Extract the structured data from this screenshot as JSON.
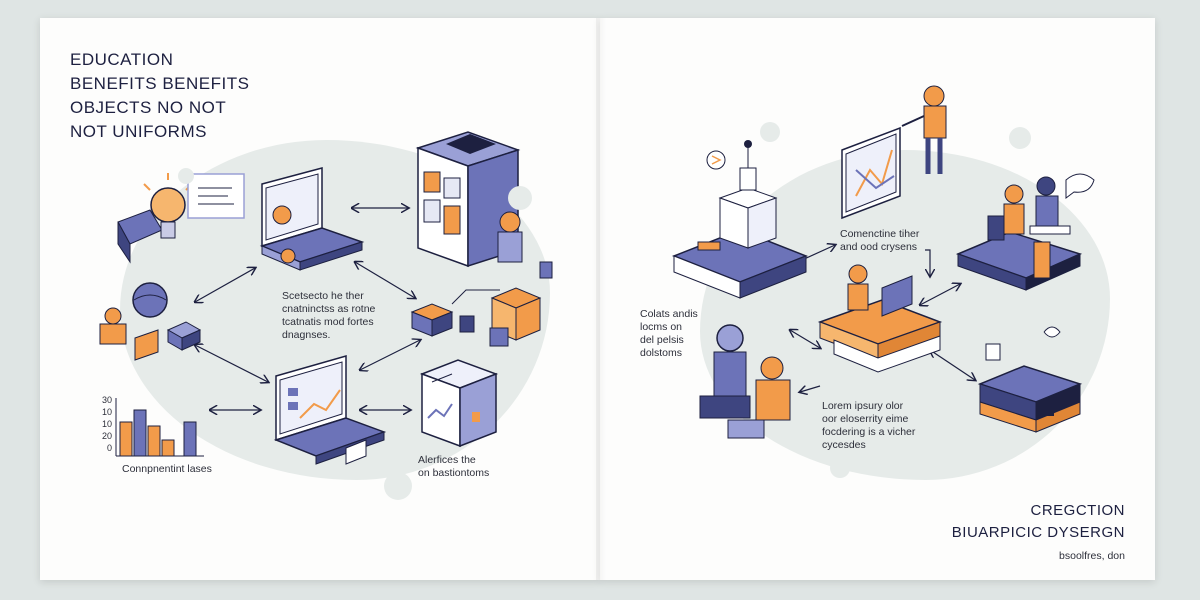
{
  "left_page": {
    "title_lines": [
      "EDUCATION",
      "BENEFITS BENEFITS",
      "OBJECTS NO NOT",
      "NOT UNIFORMS"
    ],
    "center_label": [
      "Scetsecto he ther",
      "cnatninctss as rotne",
      "tcatnatis mod fortes",
      "dnagnses."
    ],
    "chart_caption": "Connpnentint lases",
    "chart_ticks": [
      "30",
      "10",
      "10",
      "20",
      "0"
    ],
    "bottom_label": [
      "Alerfices the",
      "on bastiontoms"
    ]
  },
  "right_page": {
    "top_label": [
      "Comenctine tiher",
      "and ood crysens"
    ],
    "left_label": [
      "Colats andis",
      "locms on",
      "del pelsis",
      "dolstoms"
    ],
    "bottom_label": [
      "Lorem ipsury olor",
      "oor eloserrity eime",
      "focdering is a vicher",
      "cycesdes"
    ],
    "footer_title": [
      "CREGCTION",
      "BIUARPICIC DYSERGN"
    ],
    "footer_sub": "bsoolfres, don"
  },
  "colors": {
    "navy": "#1d2040",
    "indigo": "#6c73b8",
    "periwinkle": "#9aa0d6",
    "orange": "#f29b4a",
    "background_blob": "#e6ebe9"
  }
}
